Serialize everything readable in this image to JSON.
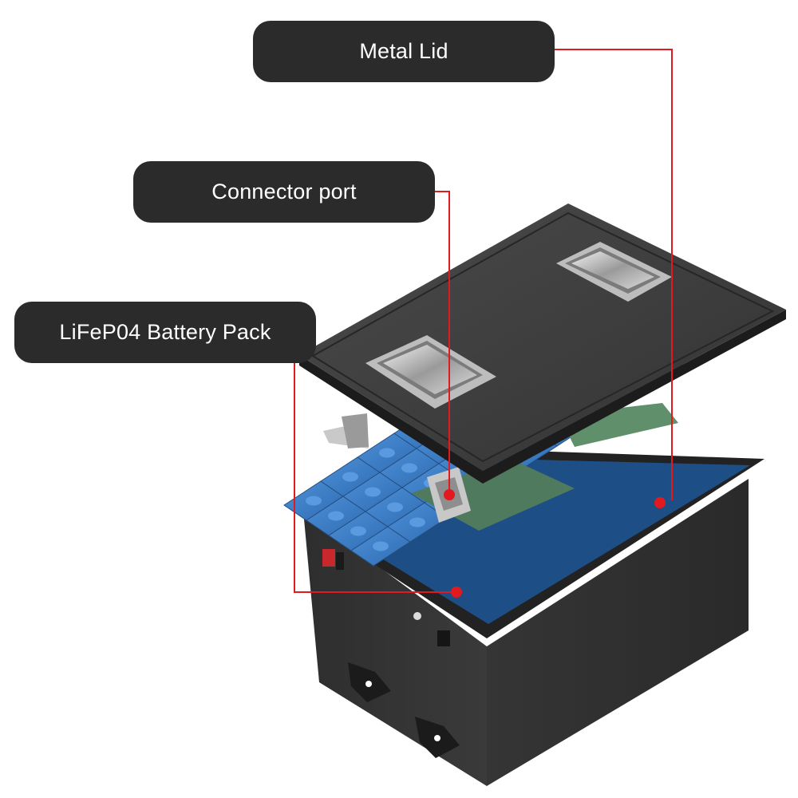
{
  "callouts": {
    "metal_lid": "Metal Lid",
    "connector_port": "Connector port",
    "battery_pack": "LiFeP04 Battery Pack"
  },
  "colors": {
    "pill": "#2b2b2b",
    "leader": "#e01a1f",
    "casing": "#2a2a2a",
    "cell": "#3f7ec6"
  }
}
